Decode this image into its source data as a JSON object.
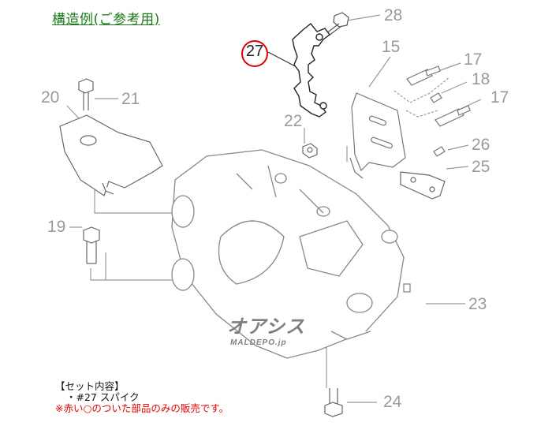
{
  "title": "構造例(ご参考用)",
  "highlighted_part": "27",
  "part_numbers": [
    "28",
    "15",
    "17",
    "18",
    "17",
    "22",
    "26",
    "25",
    "20",
    "21",
    "19",
    "23",
    "24"
  ],
  "set_box": {
    "heading": "【セット内容】",
    "item": "・#27 スパイク",
    "note": "※赤い○のついた部品のみの販売です。"
  },
  "watermark": {
    "line1": "オアシス",
    "line2": "MALDEPO.jp"
  },
  "colors": {
    "title": "#1a7a1a",
    "highlight": "#e00000",
    "lines": "#9a9a9a"
  }
}
